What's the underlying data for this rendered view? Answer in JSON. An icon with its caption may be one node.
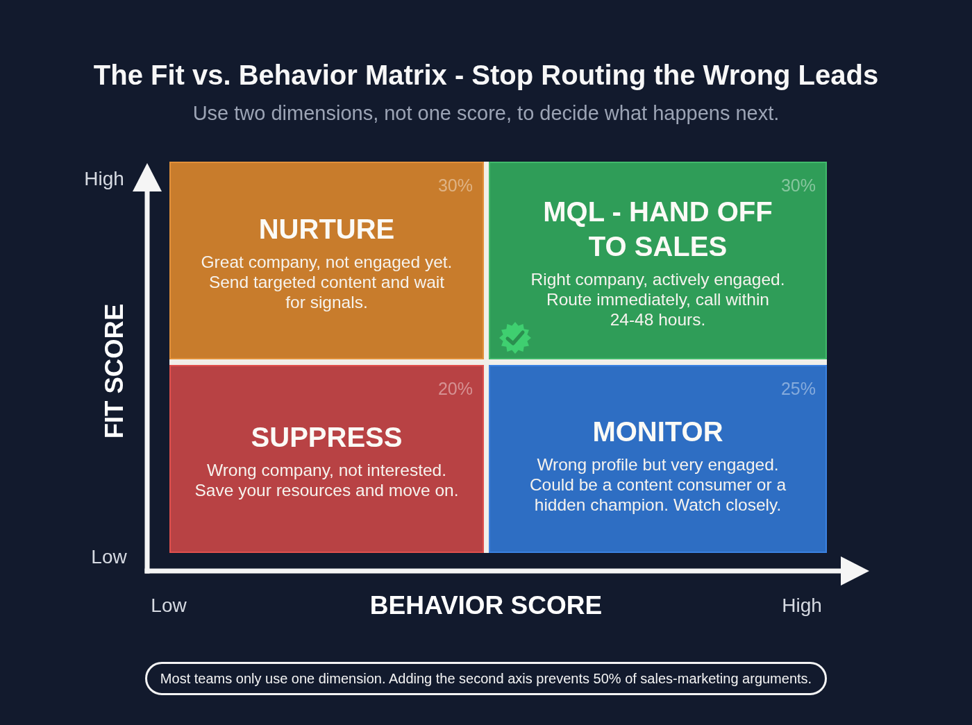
{
  "diagram": {
    "title": "The Fit vs. Behavior Matrix - Stop Routing the Wrong Leads",
    "nodes": [
      {
        "text": [
          "30%",
          "NURTURE",
          "Great company, not engaged yet. Send targeted content and wait for signals."
        ]
      },
      {
        "text": [
          "30%",
          "MQL - HAND OFF TO SALES",
          "Right company, actively engaged. Route immediately, call within 24-48 hours."
        ]
      },
      {
        "text": [
          "20%",
          "SUPPRESS",
          "Wrong company, not interested. Save your resources and move on."
        ]
      },
      {
        "text": [
          "25%",
          "MONITOR",
          "Wrong profile but very engaged. Could be a content consumer or a hidden champion. Watch closely."
        ]
      },
      {
        "text": [
          "Most teams only use one dimension. Adding the second axis prevents 50% of sales-marketing arguments."
        ]
      }
    ],
    "labels": [
      "Use two dimensions, not one score, to decide what happens next.",
      "High",
      "FIT SCORE",
      "Low",
      "Low",
      "BEHAVIOR SCORE",
      "High"
    ]
  }
}
